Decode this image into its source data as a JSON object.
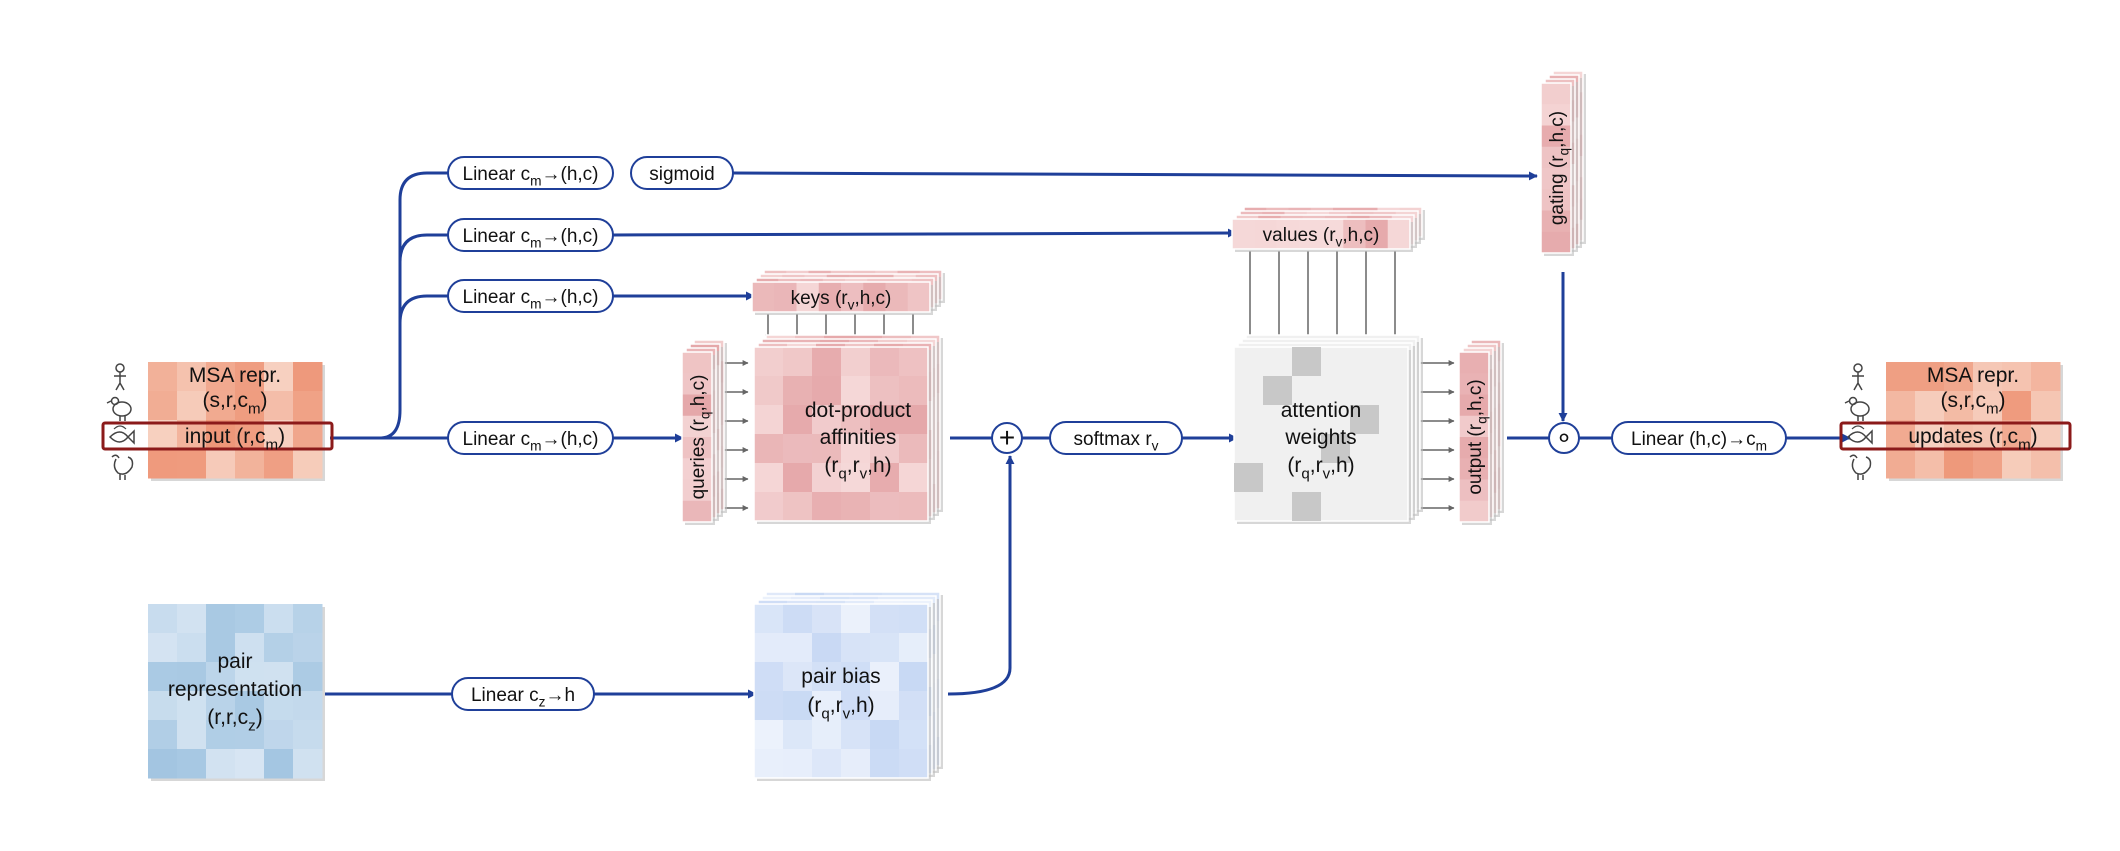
{
  "colors": {
    "edge": "#1f3f99",
    "highlight": "#8b1a1a",
    "arrow_gray": "#666666",
    "msa_light": "#f7d2c2",
    "msa_dark": "#ee9678",
    "pair_light": "#d8e6f3",
    "pair_dark": "#9fc3e0",
    "bias_light": "#eef3fc",
    "bias_dark": "#c7d8f4",
    "attn_light": "#f0f0f0",
    "attn_dark": "#c8c8c8",
    "pink_light": "#f6dada",
    "pink_dark": "#e5a7a9"
  },
  "icons": [
    "human-icon",
    "chicken-icon",
    "fish-icon",
    "rooster-icon"
  ],
  "msa_input": {
    "title": "MSA repr.",
    "shape_pre": "(s,r,c",
    "shape_sub": "m",
    "shape_post": ")",
    "row_pre": "input (r,c",
    "row_sub": "m",
    "row_post": ")"
  },
  "msa_output": {
    "title": "MSA repr.",
    "shape_pre": "(s,r,c",
    "shape_sub": "m",
    "shape_post": ")",
    "row_pre": "updates (r,c",
    "row_sub": "m",
    "row_post": ")"
  },
  "pair": {
    "line1": "pair",
    "line2": "representation",
    "shape_pre": "(r,r,c",
    "shape_sub": "z",
    "shape_post": ")"
  },
  "ops": {
    "lin_gate": {
      "pre": "Linear c",
      "sub": "m",
      "post": "→(h,c)"
    },
    "sigmoid": {
      "pre": "sigmoid",
      "sub": "",
      "post": ""
    },
    "lin_values": {
      "pre": "Linear c",
      "sub": "m",
      "post": "→(h,c)"
    },
    "lin_keys": {
      "pre": "Linear c",
      "sub": "m",
      "post": "→(h,c)"
    },
    "lin_query": {
      "pre": "Linear c",
      "sub": "m",
      "post": "→(h,c)"
    },
    "lin_pair": {
      "pre": "Linear c",
      "sub": "z",
      "post": "→h"
    },
    "softmax": {
      "pre": "softmax r",
      "sub": "v",
      "post": ""
    },
    "lin_out": {
      "pre": "Linear (h,c)→c",
      "sub": "m",
      "post": ""
    }
  },
  "nodes": {
    "gating": {
      "pre": "gating (r",
      "sub": "q",
      "post": ",h,c)"
    },
    "values": {
      "pre": "values (r",
      "sub": "v",
      "post": ",h,c)"
    },
    "keys": {
      "pre": "keys (r",
      "sub": "v",
      "post": ",h,c)"
    },
    "queries": {
      "pre": "queries (r",
      "sub": "q",
      "post": ",h,c)"
    },
    "output": {
      "pre": "output (r",
      "sub": "q",
      "post": ",h,c)"
    },
    "affinities": {
      "line1": "dot-product",
      "line2": "affinities",
      "t": [
        {
          "pre": "(r",
          "sub": "q",
          "post": ","
        },
        {
          "pre": "r",
          "sub": "v",
          "post": ",h)"
        }
      ]
    },
    "attention": {
      "line1": "attention",
      "line2": "weights",
      "t": [
        {
          "pre": "(r",
          "sub": "q",
          "post": ","
        },
        {
          "pre": "r",
          "sub": "v",
          "post": ",h)"
        }
      ]
    },
    "pair_bias": {
      "line1": "pair bias",
      "t": [
        {
          "pre": "(r",
          "sub": "q",
          "post": ","
        },
        {
          "pre": "r",
          "sub": "v",
          "post": ",h)"
        }
      ]
    }
  },
  "symbols": {
    "plus": "+",
    "hadamard": "∘"
  }
}
